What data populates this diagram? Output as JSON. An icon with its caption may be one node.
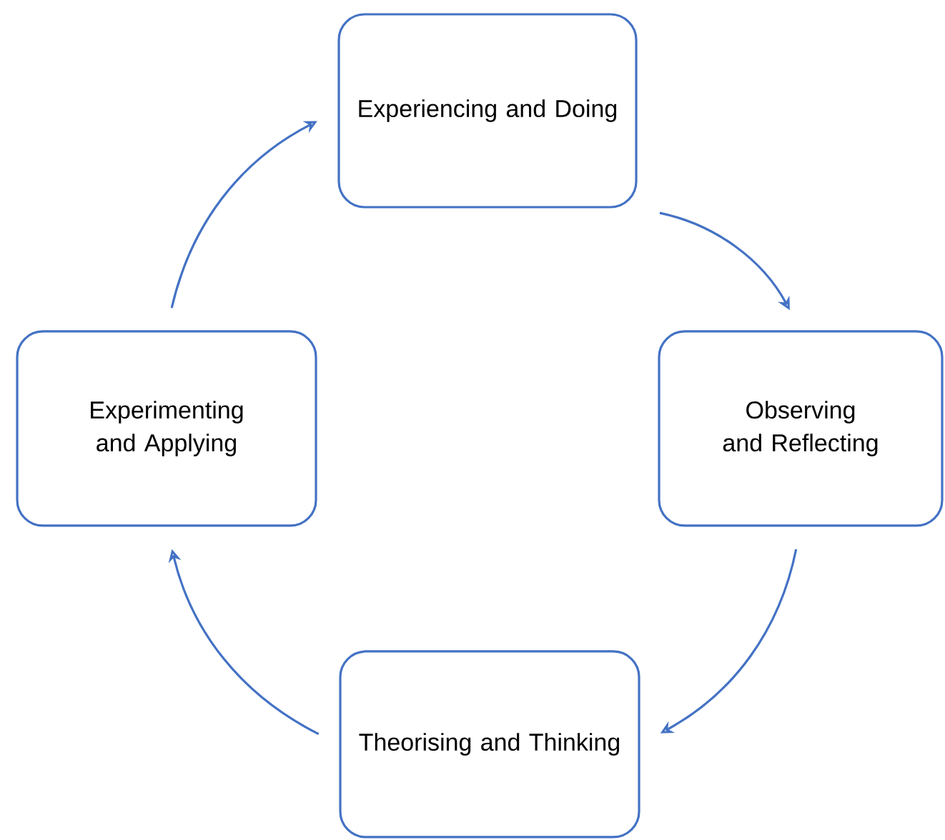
{
  "diagram": {
    "nodes": [
      {
        "text": [
          "Experiencing and Doing"
        ]
      },
      {
        "text": [
          "Observing and Reflecting"
        ]
      },
      {
        "text": [
          "Theorising and Thinking"
        ]
      },
      {
        "text": [
          "Experimenting and Applying"
        ]
      }
    ],
    "edges": [
      {
        "from": 0,
        "to": 1,
        "arrow": "to"
      },
      {
        "from": 1,
        "to": 2,
        "arrow": "to"
      },
      {
        "from": 2,
        "to": 3,
        "arrow": "to"
      },
      {
        "from": 3,
        "to": 0,
        "arrow": "to"
      }
    ]
  }
}
